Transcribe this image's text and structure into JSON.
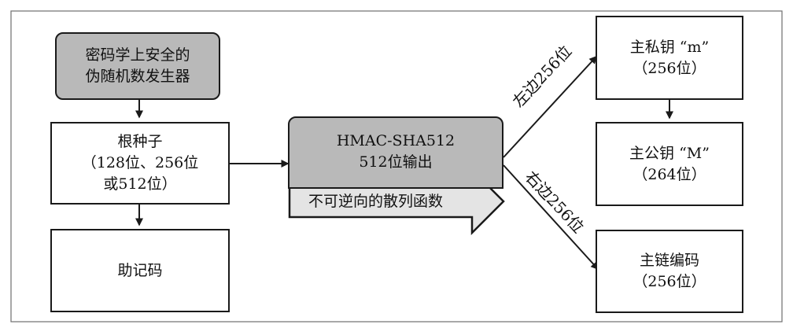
{
  "nodes": {
    "rng": {
      "lines": [
        "密码学上安全的",
        "伪随机数发生器"
      ]
    },
    "seed": {
      "lines": [
        "根种子",
        "（128位、256位",
        "或512位）"
      ]
    },
    "mnemonic": {
      "lines": [
        "助记码"
      ]
    },
    "hmac": {
      "lines": [
        "HMAC-SHA512",
        "512位输出"
      ]
    },
    "hash_arrow": {
      "label": "不可逆向的散列函数"
    },
    "master_private": {
      "lines": [
        "主私钥 “m”",
        "（256位）"
      ]
    },
    "master_public": {
      "lines": [
        "主公钥 “M”",
        "（264位）"
      ]
    },
    "chain_code": {
      "lines": [
        "主链编码",
        "（256位）"
      ]
    }
  },
  "edges": {
    "left_label": "左边256位",
    "right_label": "右边256位"
  },
  "colors": {
    "line": "#1a1a1a",
    "gray_fill": "#b9b9b9",
    "light_fill": "#e4e4e4",
    "frame": "#6f6f6f"
  }
}
